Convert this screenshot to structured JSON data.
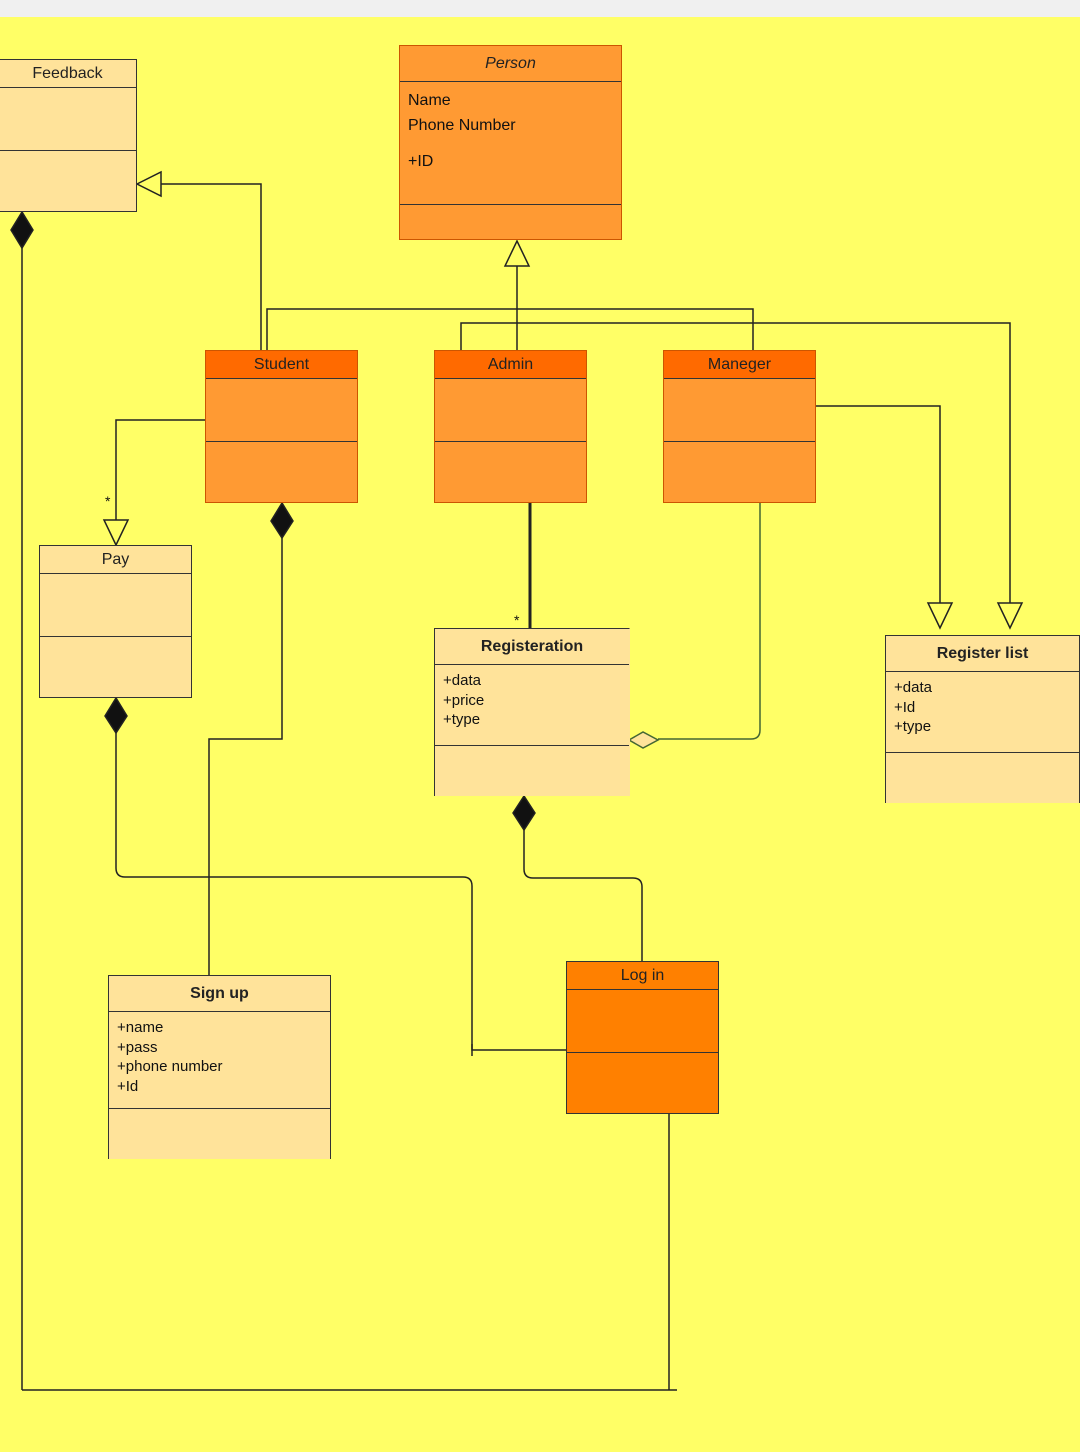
{
  "diagram": {
    "classes": {
      "person": {
        "name": "Person",
        "attributes": [
          "Name",
          "Phone Number",
          "+ID"
        ]
      },
      "feedback": {
        "name": "Feedback"
      },
      "student": {
        "name": "Student"
      },
      "admin": {
        "name": "Admin"
      },
      "manager": {
        "name": "Maneger"
      },
      "pay": {
        "name": "Pay"
      },
      "registration": {
        "name": "Registeration",
        "attributes": [
          "+data",
          "+price",
          "+type"
        ]
      },
      "register_list": {
        "name": "Register list",
        "attributes": [
          "+data",
          "+Id",
          "+type"
        ]
      },
      "sign_up": {
        "name": "Sign up",
        "attributes": [
          "+name",
          "+pass",
          "+phone number",
          "+Id"
        ]
      },
      "log_in": {
        "name": "Log in"
      }
    },
    "multiplicities": {
      "student_pay": "*",
      "admin_registration": "*"
    },
    "colors": {
      "background": "#ffff66",
      "pale_class": "#ffe39a",
      "orange_class": "#ff9a33",
      "header_orange": "#ff6a00",
      "deep_orange": "#ff8000"
    }
  }
}
